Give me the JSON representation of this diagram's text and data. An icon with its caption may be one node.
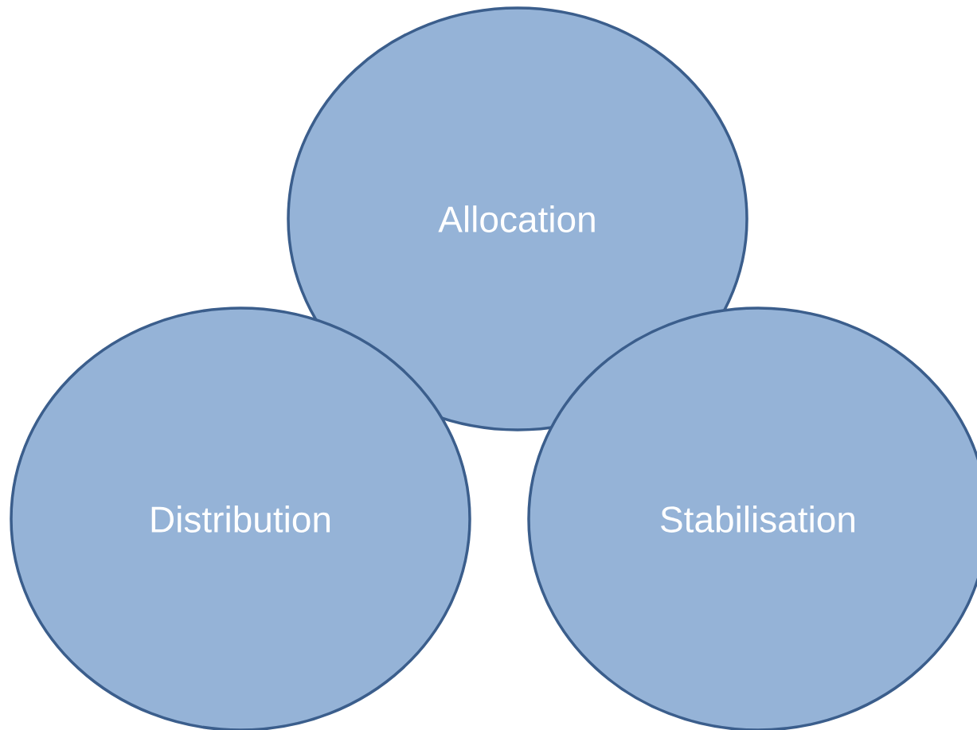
{
  "diagram": {
    "nodes": [
      {
        "text": [
          "Allocation"
        ]
      },
      {
        "text": [
          "Distribution"
        ]
      },
      {
        "text": [
          "Stabilisation"
        ]
      }
    ]
  }
}
